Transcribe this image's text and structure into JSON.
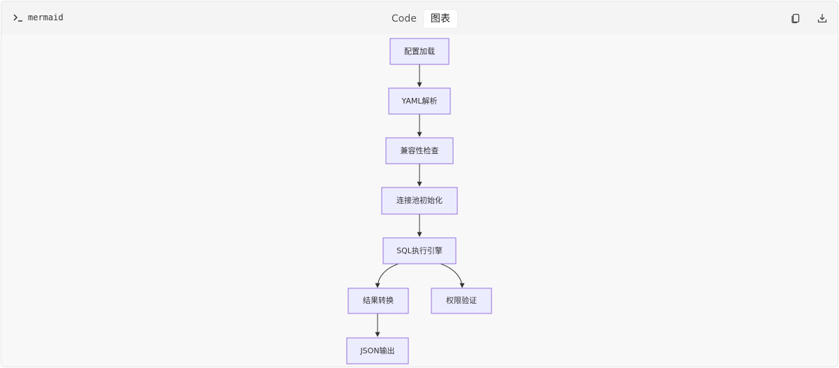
{
  "toolbar": {
    "language": "mermaid",
    "tabs": [
      {
        "label": "Code",
        "active": false
      },
      {
        "label": "图表",
        "active": true
      }
    ],
    "copy_icon": "copy-icon",
    "download_icon": "download-icon"
  },
  "diagram": {
    "type": "flowchart-TD",
    "nodes": [
      {
        "id": "load",
        "label": "配置加载"
      },
      {
        "id": "yaml",
        "label": "YAML解析"
      },
      {
        "id": "compat",
        "label": "兼容性检查"
      },
      {
        "id": "pool",
        "label": "连接池初始化"
      },
      {
        "id": "sql",
        "label": "SQL执行引擎"
      },
      {
        "id": "convert",
        "label": "结果转换"
      },
      {
        "id": "auth",
        "label": "权限验证"
      },
      {
        "id": "json",
        "label": "JSON输出"
      }
    ],
    "edges": [
      {
        "from": "load",
        "to": "yaml"
      },
      {
        "from": "yaml",
        "to": "compat"
      },
      {
        "from": "compat",
        "to": "pool"
      },
      {
        "from": "pool",
        "to": "sql"
      },
      {
        "from": "sql",
        "to": "convert"
      },
      {
        "from": "sql",
        "to": "auth"
      },
      {
        "from": "convert",
        "to": "json"
      }
    ],
    "colors": {
      "node_fill": "#ececff",
      "node_stroke": "#9370db",
      "edge": "#333333"
    }
  }
}
